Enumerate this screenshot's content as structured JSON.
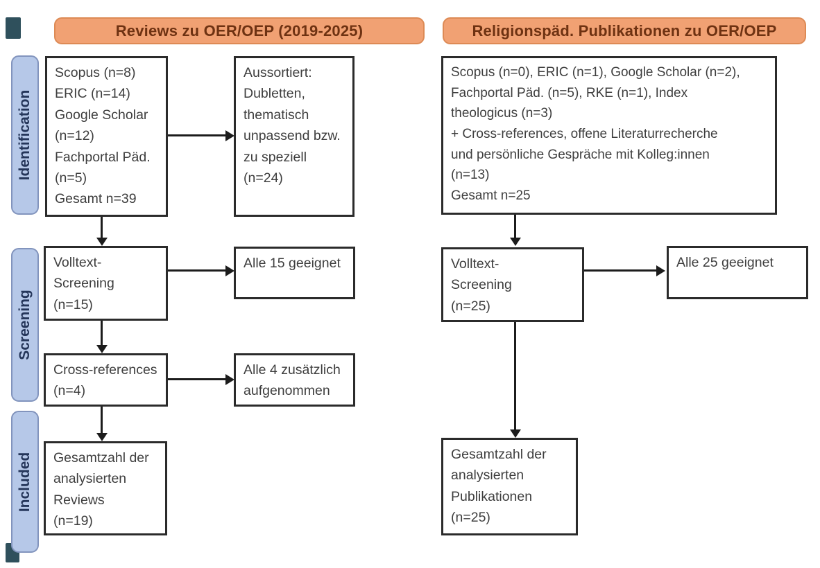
{
  "colors": {
    "bg": "#ffffff",
    "header_fill": "#f1a173",
    "header_border": "#dd8a55",
    "header_text": "#6e3212",
    "stage_fill": "#b6c8e8",
    "stage_border": "#8294bd",
    "stage_text": "#25365a",
    "box_border": "#2b2b2b",
    "box_text": "#3e3e3e",
    "arrow": "#1c1c1c",
    "mark": "#2f505c"
  },
  "stages": {
    "identification": "Identification",
    "screening": "Screening",
    "included": "Included"
  },
  "left": {
    "header": "Reviews zu OER/OEP (2019-2025)",
    "sources": [
      "Scopus (n=8)",
      "ERIC (n=14)",
      "Google Scholar",
      "(n=12)",
      "Fachportal Päd.",
      "(n=5)",
      "Gesamt n=39"
    ],
    "excluded": [
      "Aussortiert:",
      "Dubletten,",
      "thematisch",
      "unpassend bzw.",
      "zu speziell",
      "(n=24)"
    ],
    "fulltext": [
      "Volltext-",
      "Screening",
      "(n=15)"
    ],
    "fulltext_result": [
      "Alle 15 geeignet"
    ],
    "crossref": [
      "Cross-references",
      "(n=4)"
    ],
    "crossref_result": [
      "Alle 4 zusätzlich",
      "aufgenommen"
    ],
    "included": [
      "Gesamtzahl der",
      "analysierten",
      "Reviews",
      "(n=19)"
    ]
  },
  "right": {
    "header": "Religionspäd. Publikationen zu OER/OEP",
    "sources": [
      "Scopus (n=0), ERIC (n=1), Google Scholar (n=2),",
      "Fachportal Päd. (n=5), RKE (n=1), Index",
      "theologicus (n=3)",
      "+ Cross-references, offene Literaturrecherche",
      "und persönliche Gespräche mit Kolleg:innen",
      "(n=13)",
      "Gesamt n=25"
    ],
    "fulltext": [
      "Volltext-",
      "Screening",
      "(n=25)"
    ],
    "fulltext_result": [
      "Alle 25 geeignet"
    ],
    "included": [
      "Gesamtzahl der",
      "analysierten",
      "Publikationen",
      "(n=25)"
    ]
  }
}
